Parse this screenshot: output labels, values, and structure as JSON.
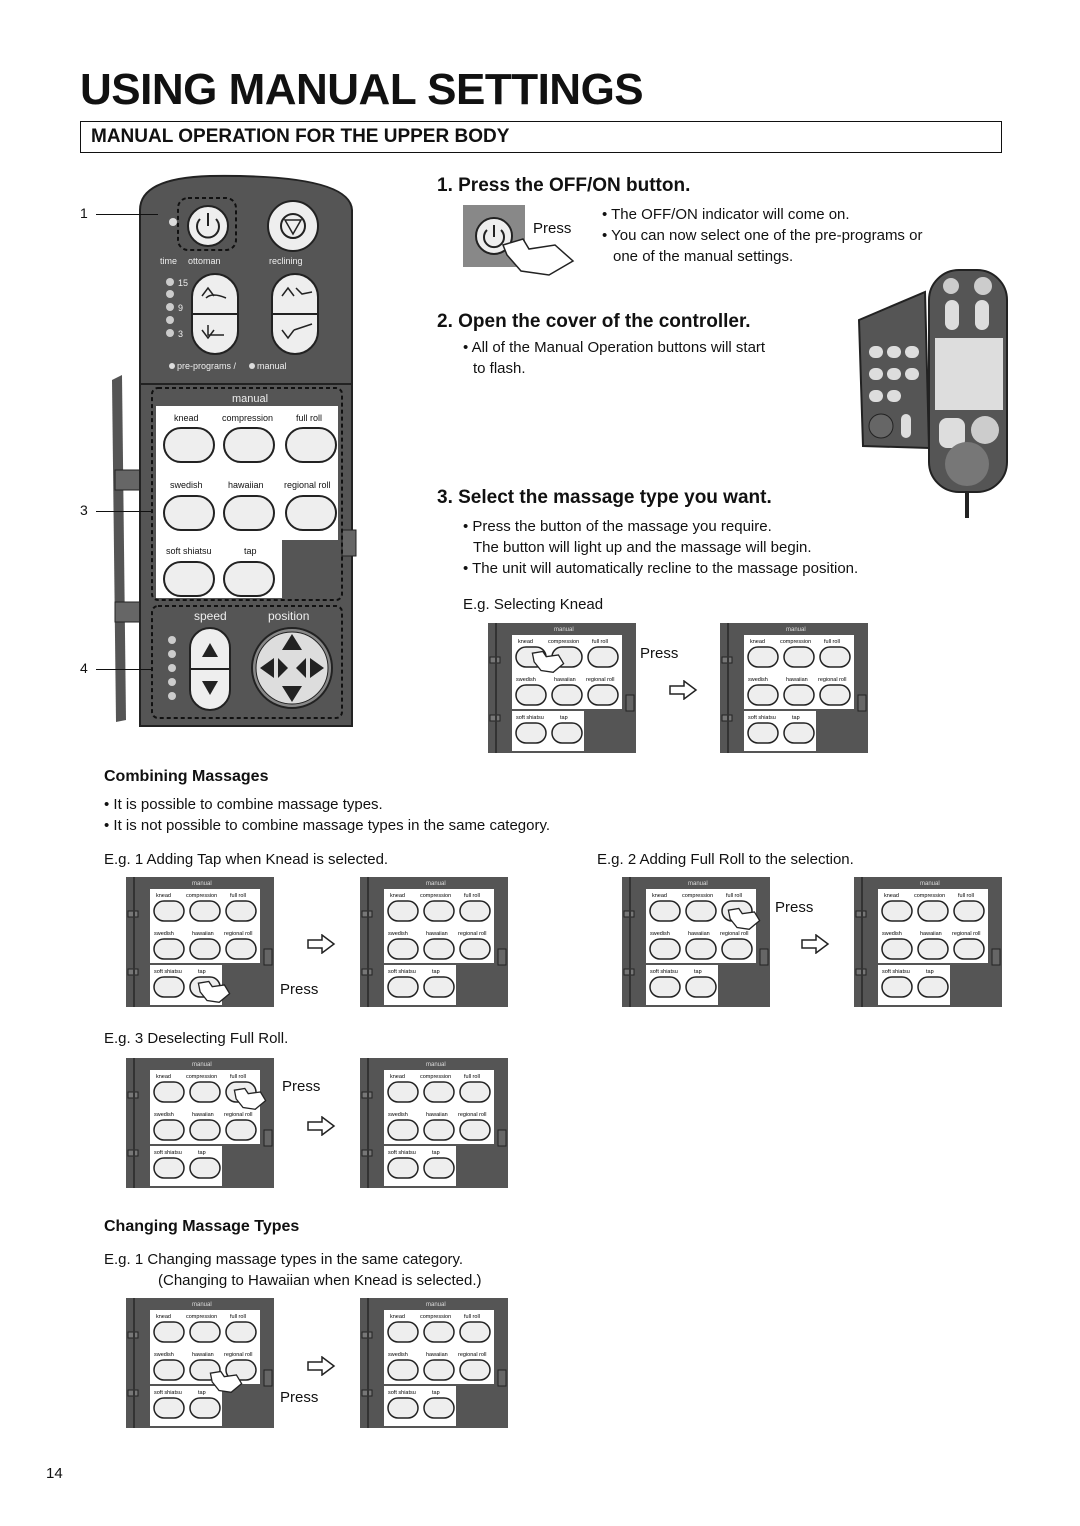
{
  "page": {
    "title": "USING MANUAL SETTINGS",
    "section": "MANUAL OPERATION FOR THE UPPER BODY",
    "page_number": "14"
  },
  "controller": {
    "callouts": [
      "1",
      "3",
      "4"
    ],
    "top_labels": {
      "time": "time",
      "ottoman": "ottoman",
      "reclining": "reclining"
    },
    "time_marks": [
      "15",
      "9",
      "3"
    ],
    "mode_label_1": "pre-programs /",
    "mode_label_2": "manual",
    "manual_label": "manual",
    "row1": [
      "knead",
      "compression",
      "full roll"
    ],
    "row2": [
      "swedish",
      "hawaiian",
      "regional roll"
    ],
    "row3": [
      "soft shiatsu",
      "tap"
    ],
    "speed_label": "speed",
    "position_label": "position"
  },
  "step1": {
    "title": "1. Press the OFF/ON button.",
    "press_label": "Press",
    "bullet1": "• The OFF/ON indicator will come on.",
    "bullet2": "• You can now select one of the pre-programs or",
    "bullet2b": "one of the manual settings."
  },
  "step2": {
    "title": "2. Open the cover of the controller.",
    "bullet1": "• All of the Manual Operation buttons will start",
    "bullet1b": "to flash."
  },
  "step3": {
    "title": "3. Select the massage type you want.",
    "bullet1": "• Press the button of the massage you require.",
    "bullet1b": "The button will light up and the massage will begin.",
    "bullet2": "• The unit will automatically recline to the massage position.",
    "example": "E.g. Selecting Knead",
    "press_label": "Press"
  },
  "combining": {
    "heading": "Combining Massages",
    "bullet1": "• It is possible to combine massage types.",
    "bullet2": "• It is not possible to combine massage types in the same category.",
    "eg1": "E.g. 1 Adding Tap when Knead is selected.",
    "eg2": "E.g. 2 Adding Full Roll to the selection.",
    "eg3": "E.g. 3 Deselecting Full Roll.",
    "press_label": "Press"
  },
  "changing": {
    "heading": "Changing Massage Types",
    "eg1": "E.g. 1 Changing massage types in the same category.",
    "eg1b": "(Changing to Hawaiian when Knead is selected.)",
    "press_label": "Press"
  },
  "colors": {
    "panel": "#555555",
    "panel_dark": "#3a3a3a",
    "button": "#f2f2f2"
  }
}
